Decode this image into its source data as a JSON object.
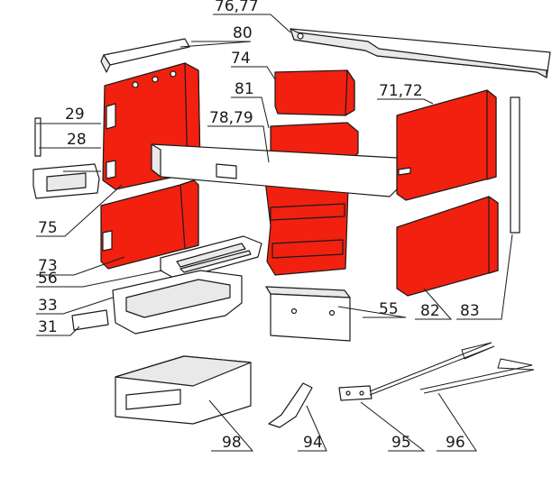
{
  "labels": {
    "l7677": "76,77",
    "l80": "80",
    "l74": "74",
    "l81": "81",
    "l7879": "78,79",
    "l7172": "71,72",
    "l29": "29",
    "l28": "28",
    "l75": "75",
    "l73": "73",
    "l56": "56",
    "l33": "33",
    "l31": "31",
    "l55": "55",
    "l82": "82",
    "l83": "83",
    "l98": "98",
    "l94": "94",
    "l95": "95",
    "l96": "96"
  },
  "colors": {
    "brick": "#f2200f",
    "line": "#1a1a1a",
    "background": "#ffffff"
  }
}
